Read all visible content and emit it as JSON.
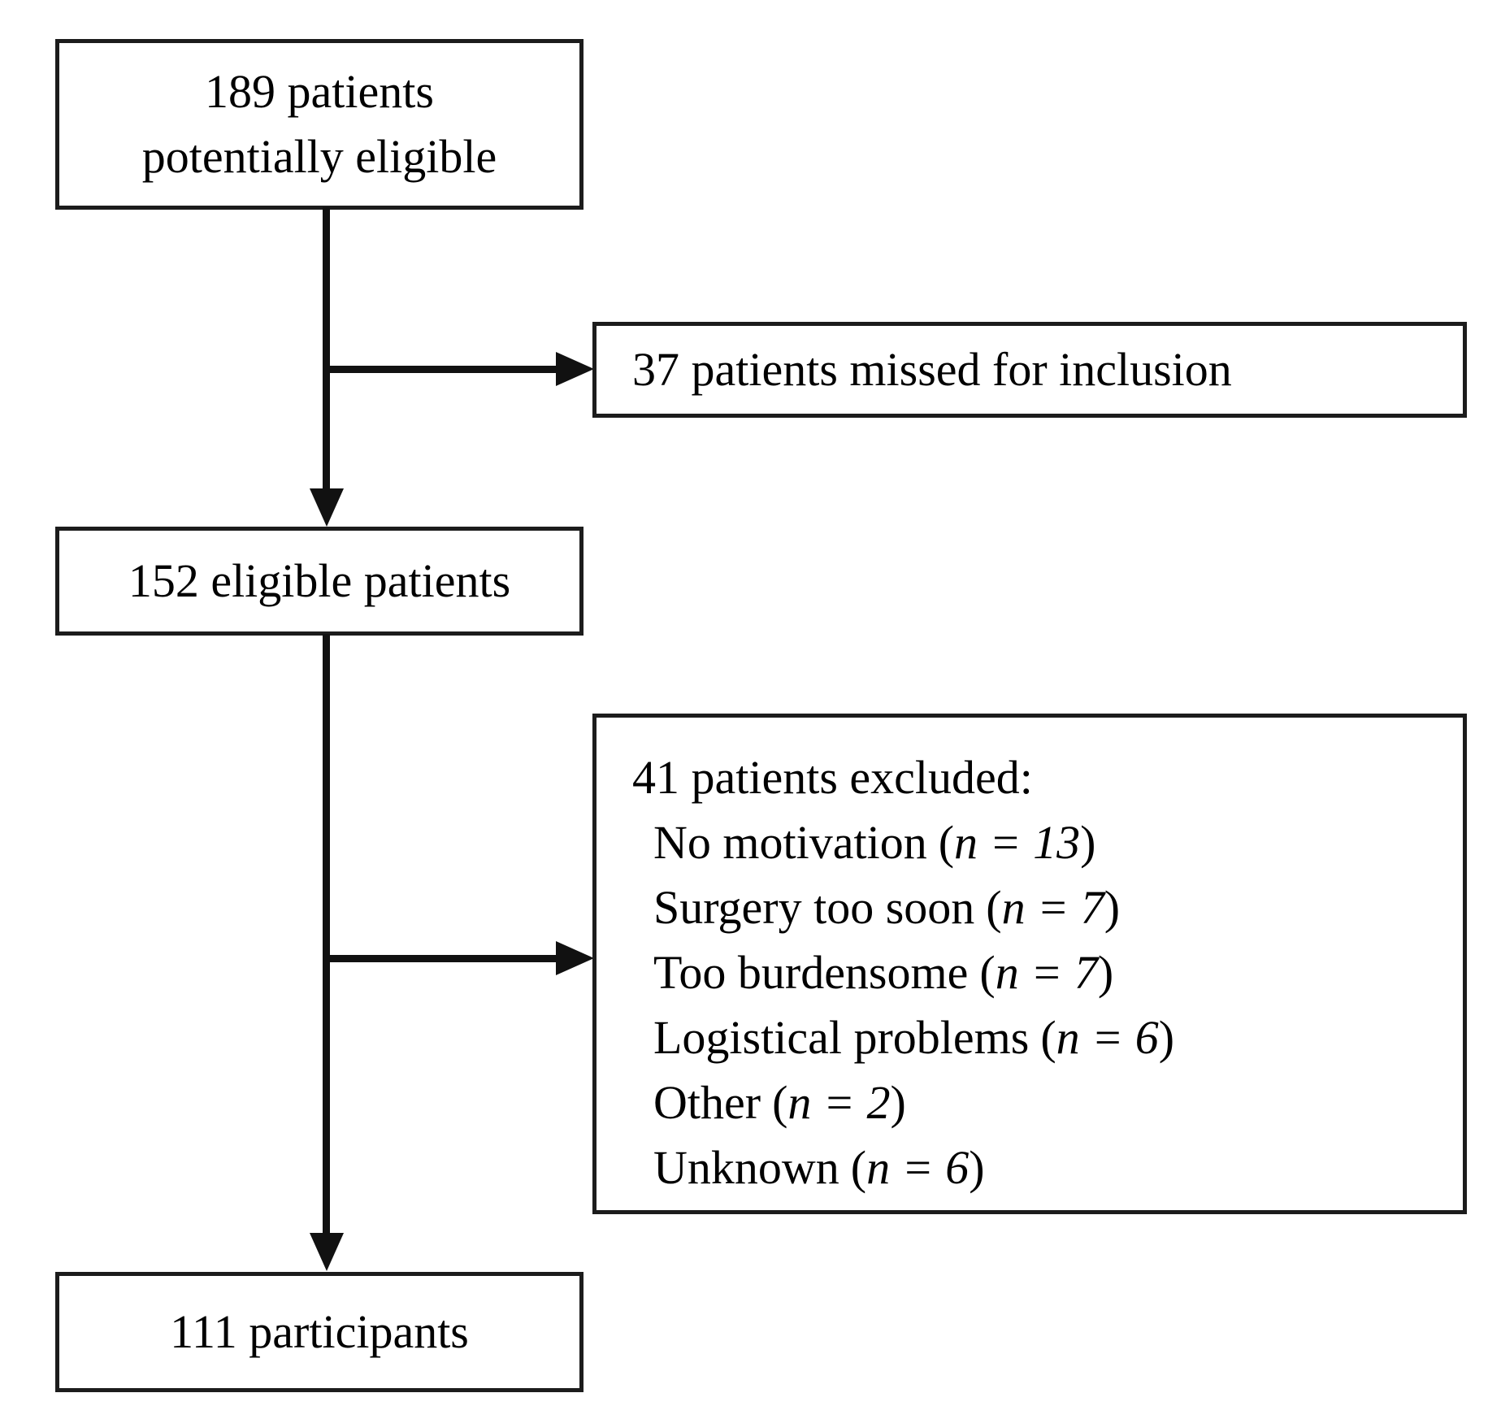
{
  "diagram": {
    "background": "#ffffff",
    "line_color": "#111111",
    "border_color": "#1c1c1c",
    "text_color": "#000000"
  },
  "boxes": {
    "potential": {
      "lines": [
        "189 patients",
        "potentially eligible"
      ]
    },
    "missed": {
      "label": "37 patients missed for inclusion"
    },
    "eligible": {
      "label": "152 eligible patients"
    },
    "excluded": {
      "title": "41 patients excluded:",
      "open_paren": "(",
      "close_paren": ")",
      "items": [
        {
          "label": "No motivation",
          "n_expr": "n = 13"
        },
        {
          "label": "Surgery too soon",
          "n_expr": "n = 7"
        },
        {
          "label": "Too burdensome",
          "n_expr": "n = 7"
        },
        {
          "label": "Logistical problems",
          "n_expr": "n = 6"
        },
        {
          "label": "Other",
          "n_expr": "n = 2"
        },
        {
          "label": "Unknown",
          "n_expr": "n = 6"
        }
      ]
    },
    "participants": {
      "label": "111 participants"
    }
  }
}
